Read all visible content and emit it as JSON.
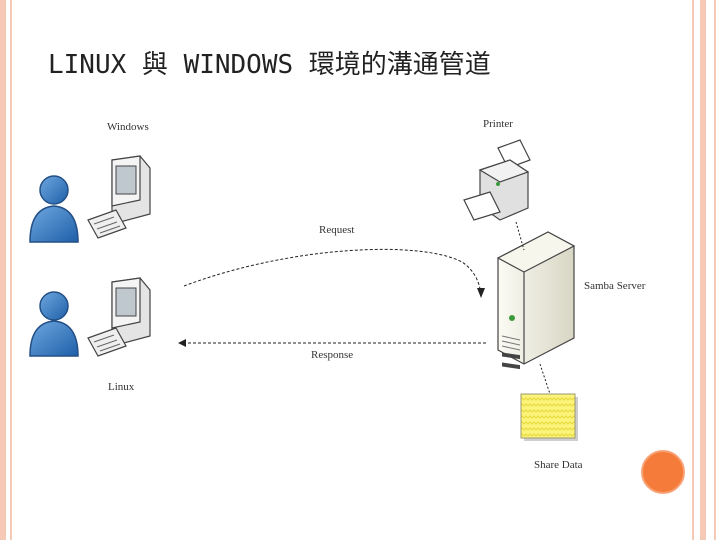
{
  "slide": {
    "title": "LINUX 與 WINDOWS 環境的溝通管道"
  },
  "diagram": {
    "labels": {
      "windows": "Windows",
      "linux": "Linux",
      "printer": "Printer",
      "samba_server": "Samba Server",
      "share_data": "Share Data",
      "request": "Request",
      "response": "Response"
    }
  }
}
